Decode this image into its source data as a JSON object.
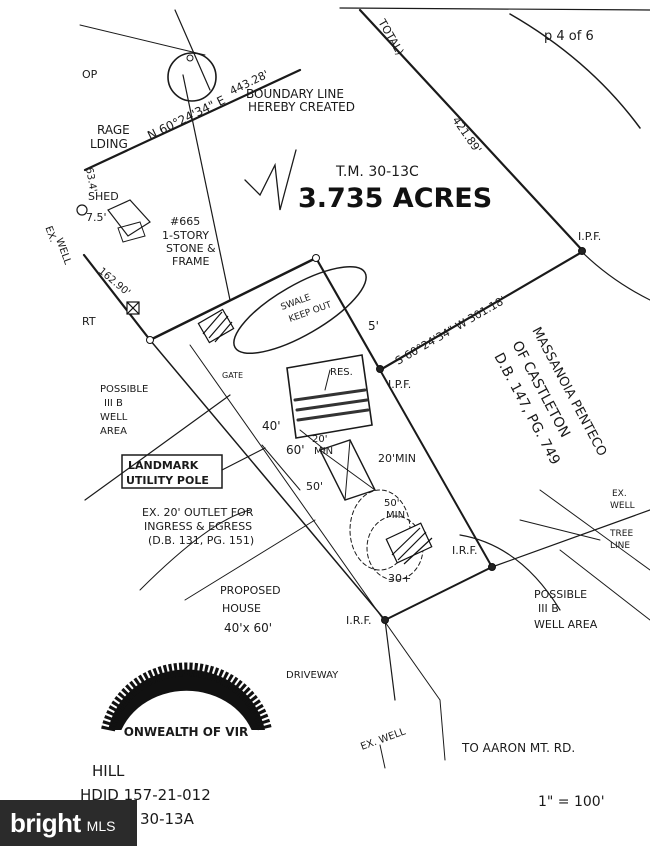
{
  "page_label": "p 4 of 6",
  "top_fragment": "TOTAL)",
  "left_fragment_op": "OP",
  "storage_building": [
    "RAGE",
    "LDING"
  ],
  "boundary_bearing_n": "N 60°24'34\" E",
  "boundary_dist_top": "443.28'",
  "boundary_note": [
    "BOUNDARY LINE",
    "HEREBY CREATED"
  ],
  "right_line_dist": "421.89'",
  "tax_map": "T.M. 30-13C",
  "acreage": "3.735 ACRES",
  "ipf_right": "I.P.F.",
  "dim_63": "63.4'",
  "shed": "SHED",
  "dim_75": "7.5'",
  "ex_well_left": [
    "EX.",
    "WELL"
  ],
  "house_665": [
    "#665",
    "1-STORY",
    "STONE &",
    "FRAME"
  ],
  "dim_162": "162.90'",
  "left_fragment_rt": "RT",
  "swale": [
    "SWALE",
    "KEEP OUT"
  ],
  "dim_5": "5'",
  "bearing_s": "S 60°24'34\" W  301.18'",
  "ipf_middle": "I.P.F.",
  "res_label": "RES.",
  "gate": "GATE",
  "massanoia": [
    "MASSANOIA PENTECO",
    "OF CASTLETON",
    "D.B. 147, PG. 749"
  ],
  "possible_left": [
    "POSSIBLE",
    "III B",
    "WELL",
    "AREA"
  ],
  "dim_40": "40'",
  "dim_60": "60'",
  "dim_20": [
    "20'",
    "MIN"
  ],
  "dim_20min": "20'MIN",
  "dim_50": "50'",
  "landmark": [
    "LANDMARK",
    "UTILITY POLE"
  ],
  "ex_well_right": [
    "EX.",
    "WELL"
  ],
  "tree_line": [
    "TREE",
    "LINE"
  ],
  "outlet": [
    "EX. 20' OUTLET FOR",
    "INGRESS & EGRESS",
    "(D.B. 131, PG. 151)"
  ],
  "dim_50min": [
    "50'",
    "MIN"
  ],
  "irf_right": "I.R.F.",
  "dim_30": "30+",
  "proposed_house": [
    "PROPOSED",
    "HOUSE",
    "40'x 60'"
  ],
  "possible_right": [
    "POSSIBLE",
    "III B",
    "WELL AREA"
  ],
  "irf_bottom": "I.R.F.",
  "driveway": "DRIVEWAY",
  "seal_text": "ONWEALTH OF VIR",
  "ex_well_bottom": "EX. WELL",
  "to_road": "TO AARON MT. RD.",
  "owner_lines": [
    "HILL",
    "HDID 157-21-012",
    "30-13A"
  ],
  "scale": "1\" = 100'",
  "watermark": {
    "brand": "bright",
    "suffix": "MLS"
  }
}
